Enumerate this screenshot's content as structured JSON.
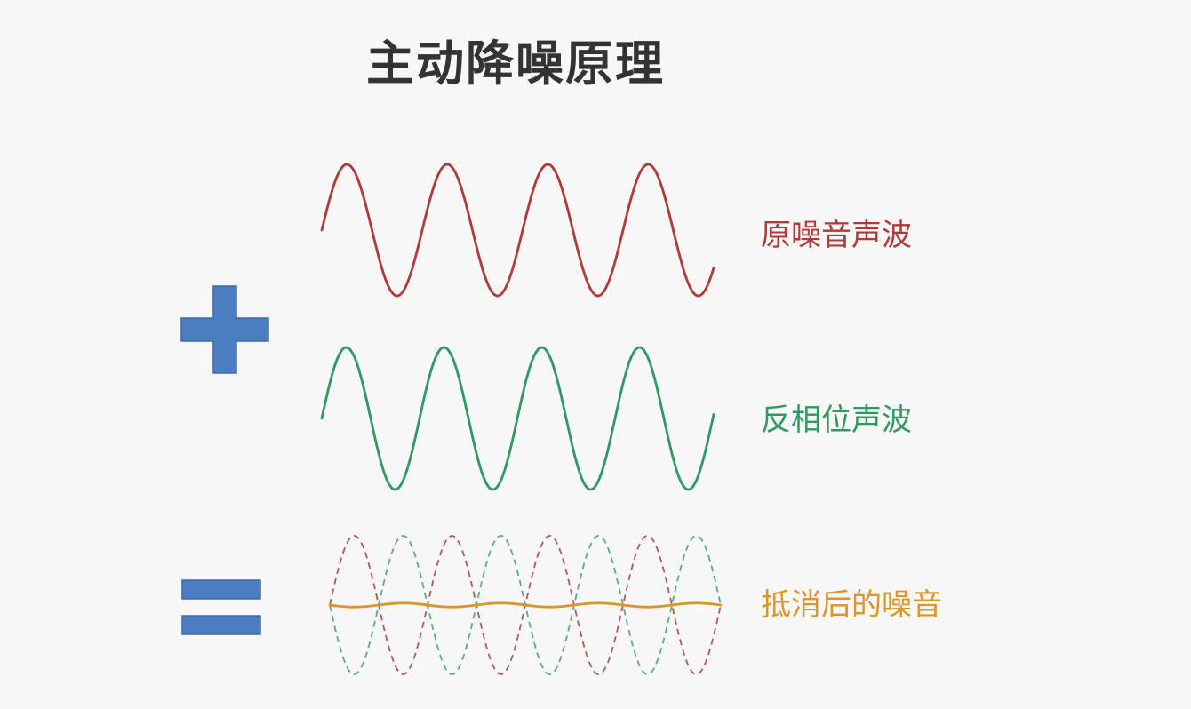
{
  "title": "主动降噪原理",
  "waves": {
    "original": {
      "label": "原噪音声波",
      "color": "#b03a3a"
    },
    "anti_phase": {
      "label": "反相位声波",
      "color": "#2e9a62"
    },
    "result": {
      "label": "抵消后的噪音",
      "color": "#d9962b",
      "dashed_original_color": "#b0585a",
      "dashed_anti_color": "#5aa890"
    }
  },
  "operators": {
    "plus": {
      "icon": "plus-icon",
      "color": "#4a7ec0",
      "stroke": "#3a6aa8"
    },
    "equals": {
      "icon": "equals-icon",
      "color": "#4a7ec0",
      "stroke": "#3a6aa8"
    }
  }
}
